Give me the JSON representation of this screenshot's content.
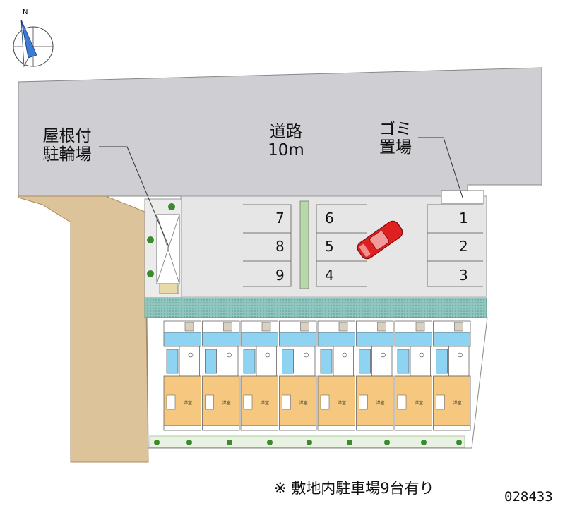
{
  "compass": {
    "north_label": "N"
  },
  "road": {
    "name": "道路",
    "width": "10m"
  },
  "bike_parking": {
    "line1": "屋根付",
    "line2": "駐輪場"
  },
  "garbage": {
    "line1": "ゴミ",
    "line2": "置場"
  },
  "parking_slots": [
    "7",
    "8",
    "9",
    "6",
    "5",
    "4",
    "1",
    "2",
    "3"
  ],
  "unit_room_label": "洋室",
  "footer": {
    "note": "※ 敷地内駐車場9台有り",
    "code": "028433"
  },
  "colors": {
    "road": "#cfcfd3",
    "path": "#dcc39a",
    "lot": "#e6e6e6",
    "walkway": "#8fc7bf",
    "unit_orange": "#f6c77f",
    "unit_blue": "#8fd3f2",
    "car": "#e02020",
    "green": "#3b8a2e"
  }
}
